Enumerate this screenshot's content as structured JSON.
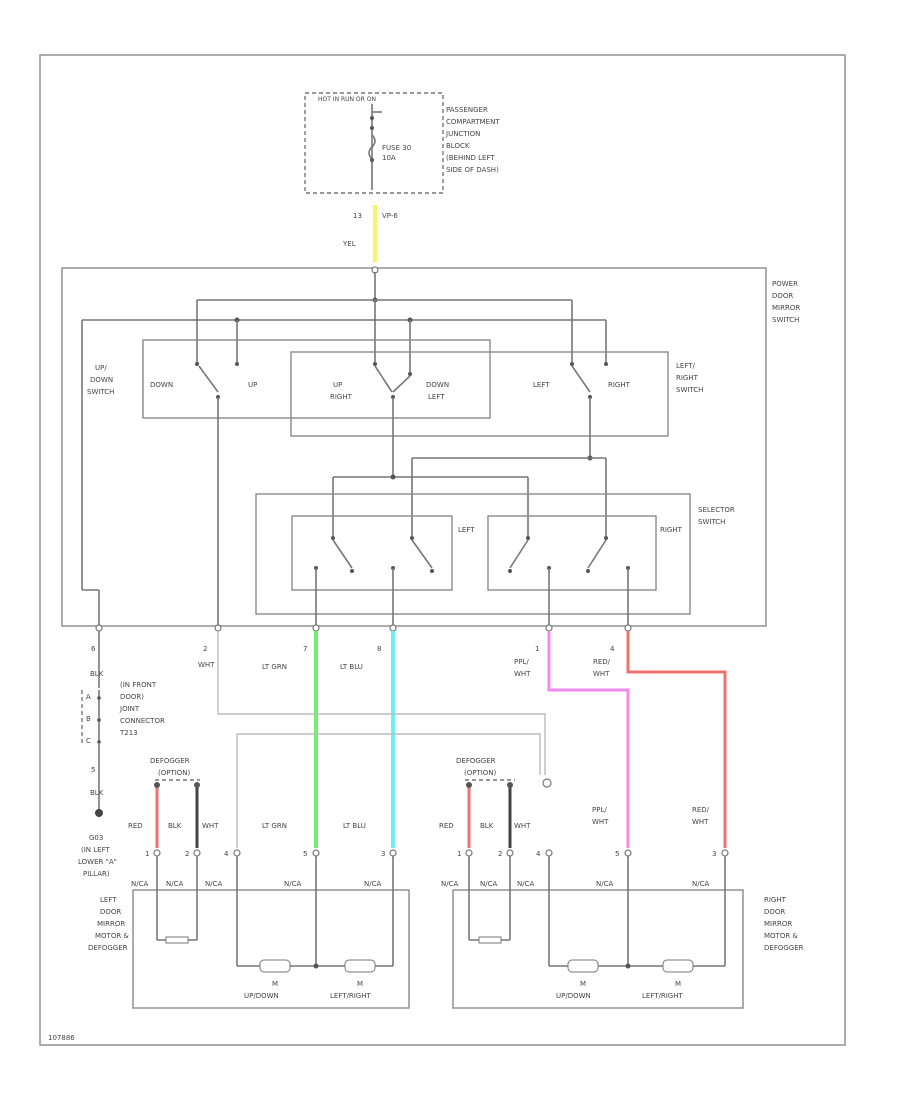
{
  "colors": {
    "yellow": "#f5f56a",
    "lt_grn": "#6ef06e",
    "lt_blu": "#6ef0f0",
    "ppl": "#f08af0",
    "red": "#f07070",
    "wht": "#d8d8d8"
  },
  "header": {
    "hot_label": "HOT IN RUN OR ON",
    "fuse_label": "FUSE 30",
    "fuse_amp": "10A",
    "junction_block": [
      "PASSENGER",
      "COMPARTMENT",
      "JUNCTION",
      "BLOCK",
      "(BEHIND LEFT",
      "SIDE OF DASH)"
    ]
  },
  "feed": {
    "pin": "13",
    "connector": "VP-6",
    "color": "YEL"
  },
  "switches": {
    "power_mirror": [
      "POWER",
      "DOOR",
      "MIRROR",
      "SWITCH"
    ],
    "updown_title": [
      "UP/",
      "DOWN",
      "SWITCH"
    ],
    "down": "DOWN",
    "up": "UP",
    "up_right": [
      "UP",
      "RIGHT"
    ],
    "down_left": [
      "DOWN",
      "LEFT"
    ],
    "left": "LEFT",
    "right": "RIGHT",
    "leftright_title": [
      "LEFT/",
      "RIGHT",
      "SWITCH"
    ],
    "selector_title": [
      "SELECTOR",
      "SWITCH"
    ],
    "sel_left": "LEFT",
    "sel_right": "RIGHT"
  },
  "pins": [
    {
      "num": "6",
      "color": [
        "BLK"
      ]
    },
    {
      "num": "2",
      "color": [
        "WHT"
      ]
    },
    {
      "num": "7",
      "color": [
        "LT GRN"
      ]
    },
    {
      "num": "8",
      "color": [
        "LT BLU"
      ]
    },
    {
      "num": "1",
      "color": [
        "PPL/",
        "WHT"
      ]
    },
    {
      "num": "4",
      "color": [
        "RED/",
        "WHT"
      ]
    }
  ],
  "connector": {
    "lines": [
      "(IN FRONT",
      "DOOR)",
      "JOINT",
      "CONNECTOR",
      "T213"
    ],
    "pin_top": "A",
    "pin_mid": "B",
    "pin_bot": "C",
    "blk_num": "5",
    "blk_color": "BLK"
  },
  "ground": {
    "lines": [
      "G03",
      "(IN LEFT",
      "LOWER \"A\"",
      "PILLAR)"
    ]
  },
  "defogger": {
    "left": [
      "DEFOGGER",
      "(OPTION)"
    ],
    "right": [
      "DEFOGGER",
      "(OPTION)"
    ]
  },
  "left_mirror": {
    "wire_colors": [
      "RED",
      "BLK",
      "WHT",
      "LT GRN",
      "LT BLU"
    ],
    "pins": [
      "1",
      "2",
      "4",
      "5",
      "3"
    ],
    "connector": [
      "N/CA",
      "N/CA",
      "N/CA",
      "N/CA",
      "N/CA"
    ],
    "title": [
      "LEFT",
      "DOOR",
      "MIRROR",
      "MOTOR &",
      "DEFOGGER"
    ],
    "motor_ud": "M",
    "motor_lr": "M",
    "up_down": "UP/DOWN",
    "left_right": "LEFT/RIGHT"
  },
  "right_mirror": {
    "wire_colors": [
      "RED",
      "BLK",
      "WHT",
      "PPL/",
      "WHT",
      "RED/",
      "WHT"
    ],
    "pins": [
      "1",
      "2",
      "4",
      "5",
      "3"
    ],
    "connector": [
      "N/CA",
      "N/CA",
      "N/CA",
      "N/CA",
      "N/CA"
    ],
    "title": [
      "RIGHT",
      "DOOR",
      "MIRROR",
      "MOTOR &",
      "DEFOGGER"
    ],
    "motor_ud": "M",
    "motor_lr": "M",
    "up_down": "UP/DOWN",
    "left_right": "LEFT/RIGHT"
  },
  "diagram_id": "107886"
}
